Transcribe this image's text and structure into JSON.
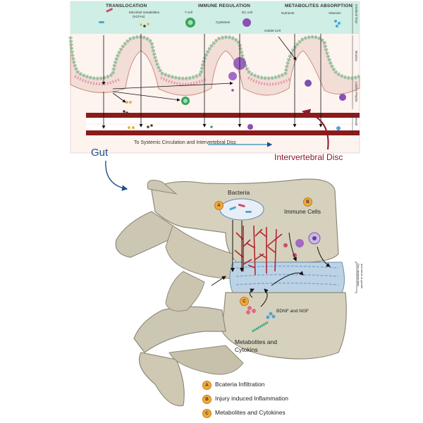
{
  "gut_panel": {
    "sections": {
      "translocation": "TRANSLOCATION",
      "immune_regulation": "IMMUNE REGULATION",
      "metabolites_absorption": "METABOLITES ABSORPTION"
    },
    "labels": {
      "microbiol_metabolites": "Microbiol metabolites",
      "scfas": "(SCFAs)",
      "t_cell": "T cell",
      "dc_cell": "DC cell",
      "cytokines": "Cytokines",
      "nutrients": "Nutrients",
      "vitamins": "Vitamins",
      "goblet_cell": "Goblet Cell"
    },
    "layers": {
      "intestinal_tract": "Intestinal Tract",
      "mucosa": "Mucosa",
      "lamina_propria": "Lamina Propria",
      "vessel": "Vessel"
    },
    "vessel_caption": "To Systemic Circulation and Intervertebral Disc"
  },
  "gut_label": "Gut",
  "disc_label": "Intervertebral Disc",
  "spine_panel": {
    "bacteria": "Bacteria",
    "immune_cells": "Immune Cells",
    "bdnf_ngf": "BDNF and NGF",
    "metabolites_line1": "Metabolites and",
    "metabolites_line2": "Cytokins",
    "disc_note_line1": "Disc degeneration",
    "disc_note_line2": "and nerve in-growth",
    "badges": {
      "a": "A",
      "b": "B",
      "c": "C"
    }
  },
  "legend": [
    {
      "badge": "A",
      "text": "Bcateria Infiltration"
    },
    {
      "badge": "B",
      "text": "Injury induced Inflammation"
    },
    {
      "badge": "C",
      "text": "Metabolites and Cytokines"
    }
  ],
  "colors": {
    "lumen": "#cfeee5",
    "mucosa": "#f3ddd7",
    "vessel": "#8b1a1a",
    "bone": "#d6d1bd",
    "disc": "#bcd3e6",
    "badge": "#f2a93b",
    "gut_label": "#1f4f8f",
    "disc_label": "#8b1a2b"
  }
}
